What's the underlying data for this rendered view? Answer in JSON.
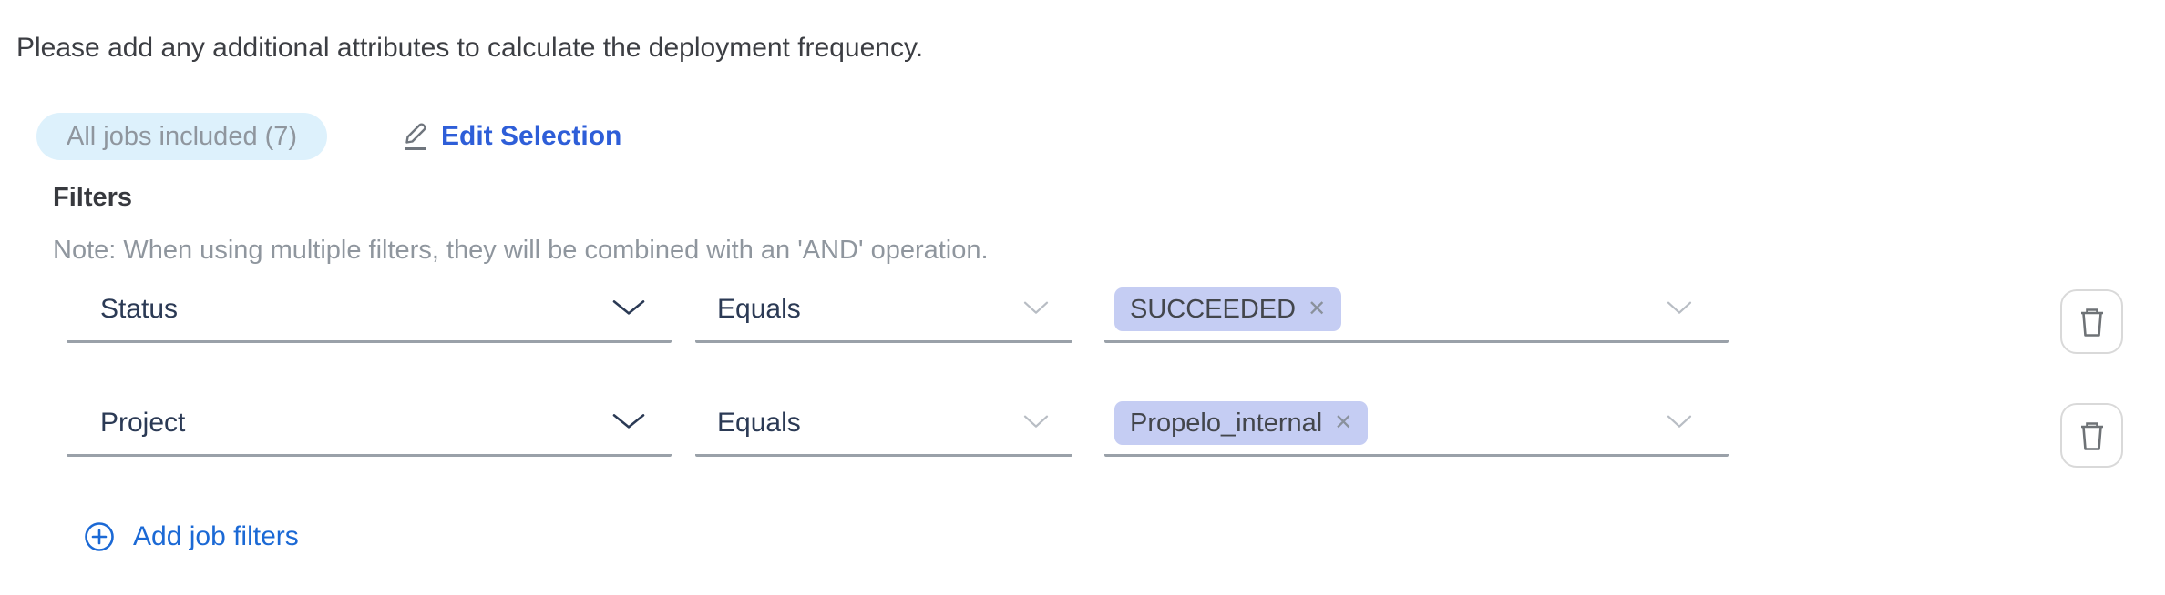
{
  "colors": {
    "title_text": "#3c3e43",
    "muted_text": "#8f969e",
    "heading_text": "#37393e",
    "select_text": "#2b3a55",
    "link_blue": "#2e5ed8",
    "add_blue": "#1b69d5",
    "pill_bg": "#ddf1fc",
    "tag_bg": "#c5cdf3",
    "tag_text": "#43464c",
    "tag_remove": "#8a919c",
    "underline": "#9aa1a9",
    "chevron_dark": "#2b3a55",
    "chevron_muted": "#b8bdc4",
    "pencil_gray": "#6f757d",
    "trash_border": "#d9d9d9",
    "trash_icon": "#6e7276"
  },
  "header": {
    "instruction": "Please add any additional attributes to calculate the deployment frequency."
  },
  "jobs_summary": {
    "pill_label": "All jobs included (7)",
    "edit_link_label": "Edit Selection"
  },
  "filters_section": {
    "heading": "Filters",
    "note": "Note: When using multiple filters, they will be combined with an 'AND' operation.",
    "rows": [
      {
        "field": "Status",
        "operator": "Equals",
        "values": [
          {
            "label": "SUCCEEDED"
          }
        ]
      },
      {
        "field": "Project",
        "operator": "Equals",
        "values": [
          {
            "label": "Propelo_internal"
          }
        ]
      }
    ],
    "add_button_label": "Add job filters"
  },
  "glyphs": {
    "remove_tag": "✕"
  }
}
